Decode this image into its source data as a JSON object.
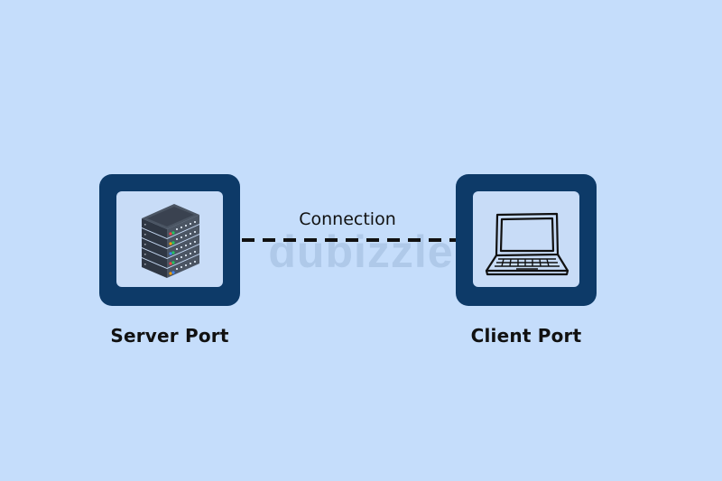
{
  "diagram": {
    "connection_label": "Connection",
    "watermark_text": "dubizzle",
    "nodes": [
      {
        "id": "server",
        "label": "Server Port",
        "icon": "server-rack-icon"
      },
      {
        "id": "client",
        "label": "Client Port",
        "icon": "laptop-icon"
      }
    ],
    "edges": [
      {
        "from": "server",
        "to": "client",
        "label": "Connection",
        "style": "dashed"
      }
    ],
    "colors": {
      "background": "#c5ddfb",
      "frame": "#0d3a68",
      "inner_panel": "#c8dcf7",
      "text": "#111111",
      "connector": "#111111"
    }
  }
}
